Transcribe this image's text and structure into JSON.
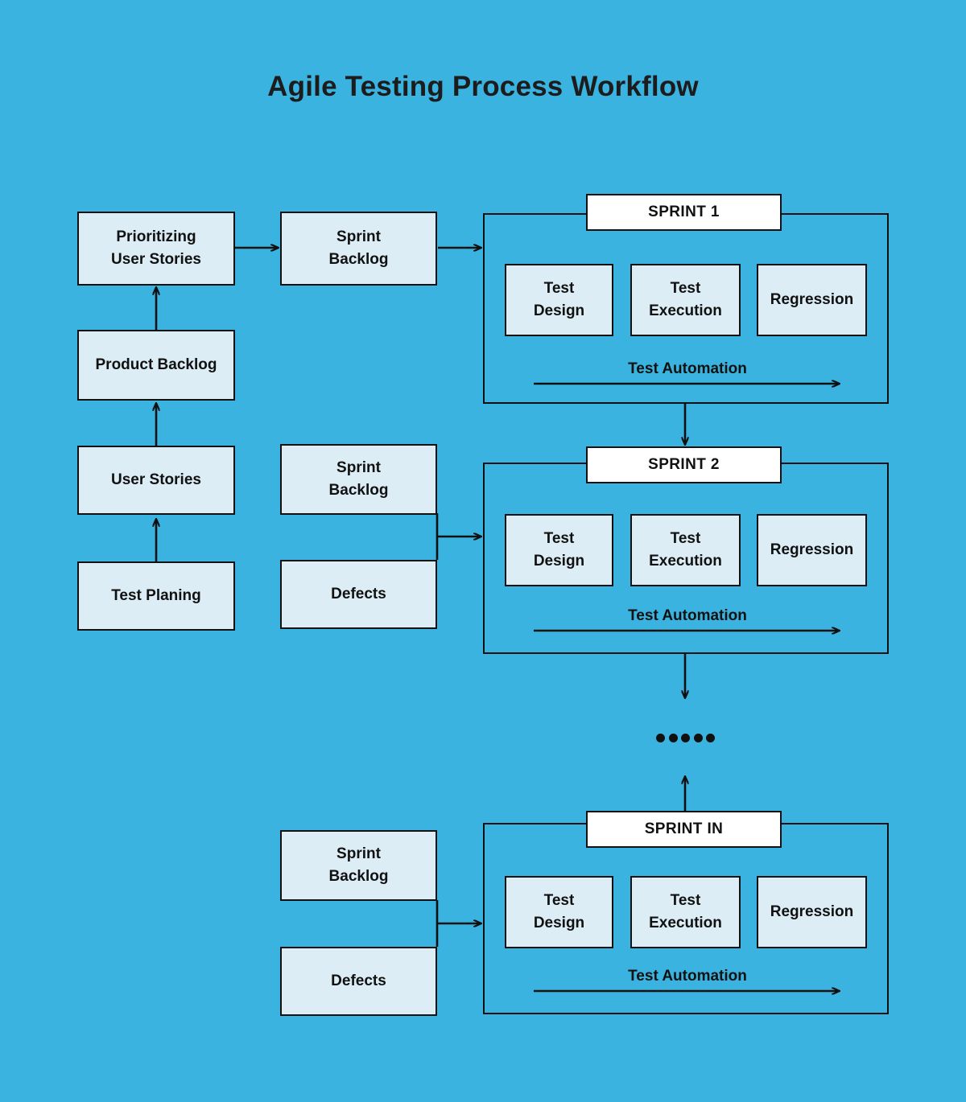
{
  "title": "Agile Testing Process Workflow",
  "colors": {
    "background": "#3bb3e0",
    "node_fill": "#dcedf6",
    "node_border": "#111111",
    "sprint_label_fill": "#ffffff",
    "text": "#111111"
  },
  "left_column": {
    "prioritizing_user_stories": "Prioritizing\nUser Stories",
    "prioritizing_user_stories_line1": "Prioritizing",
    "prioritizing_user_stories_line2": "User Stories",
    "product_backlog": "Product Backlog",
    "user_stories": "User Stories",
    "test_planing": "Test Planing"
  },
  "middle_column": {
    "sprint_backlog_1_line1": "Sprint",
    "sprint_backlog_1_line2": "Backlog",
    "sprint_backlog_2_line1": "Sprint",
    "sprint_backlog_2_line2": "Backlog",
    "defects_2": "Defects",
    "sprint_backlog_n_line1": "Sprint",
    "sprint_backlog_n_line2": "Backlog",
    "defects_n": "Defects"
  },
  "sprints": [
    {
      "label": "SPRINT 1",
      "steps": [
        {
          "line1": "Test",
          "line2": "Design"
        },
        {
          "line1": "Test",
          "line2": "Execution"
        },
        {
          "line1": "Regression",
          "line2": ""
        }
      ],
      "automation_label": "Test Automation"
    },
    {
      "label": "SPRINT 2",
      "steps": [
        {
          "line1": "Test",
          "line2": "Design"
        },
        {
          "line1": "Test",
          "line2": "Execution"
        },
        {
          "line1": "Regression",
          "line2": ""
        }
      ],
      "automation_label": "Test Automation"
    },
    {
      "label": "SPRINT IN",
      "steps": [
        {
          "line1": "Test",
          "line2": "Design"
        },
        {
          "line1": "Test",
          "line2": "Execution"
        },
        {
          "line1": "Regression",
          "line2": ""
        }
      ],
      "automation_label": "Test Automation"
    }
  ],
  "ellipsis": {
    "dot_count": 5
  }
}
